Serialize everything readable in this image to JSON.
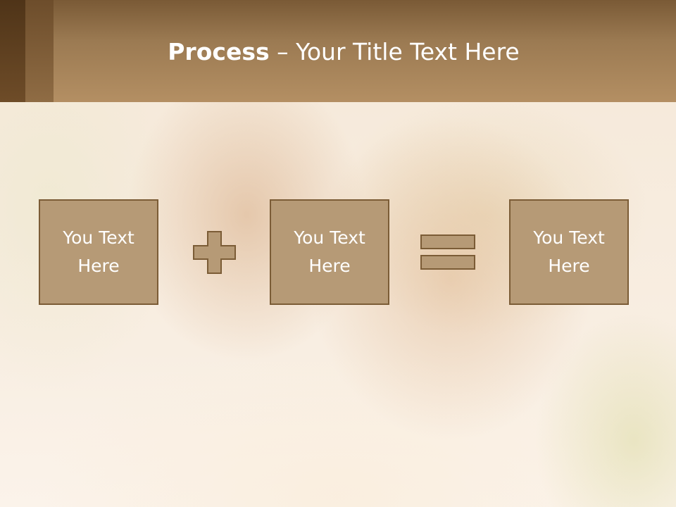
{
  "slide": {
    "title_bold": "Process",
    "title_rest": " – Your Title Text Here"
  },
  "steps": [
    {
      "label": "You Text Here"
    },
    {
      "label": "You Text Here"
    },
    {
      "label": "You Text Here"
    }
  ],
  "operators": {
    "first": "plus-icon",
    "second": "equals-icon"
  },
  "colors": {
    "header": "#b48f63",
    "header_dark": "#4f3418",
    "box_fill": "#b69a76",
    "box_border": "#7b5c36",
    "text": "#ffffff"
  }
}
